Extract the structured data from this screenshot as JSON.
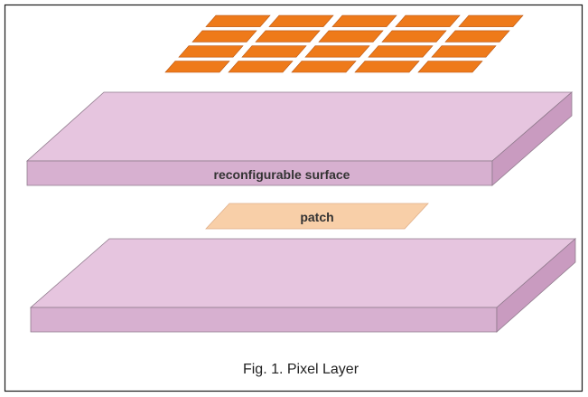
{
  "figure": {
    "caption": "Fig. 1. Pixel Layer",
    "surface_label": "reconfigurable surface",
    "patch_label": "patch",
    "pixel_grid": {
      "rows": 4,
      "cols": 5
    },
    "colors": {
      "frame": "#1a1a1a",
      "slab_top": "#e6c5df",
      "slab_front": "#d7b0d0",
      "slab_side": "#c99bc0",
      "slab_edge": "#8f7a8c",
      "patch_fill": "#f8cfa8",
      "patch_edge": "#e0b08a",
      "pixel_fill": "#ee7a1a",
      "pixel_edge": "#b95510"
    }
  }
}
